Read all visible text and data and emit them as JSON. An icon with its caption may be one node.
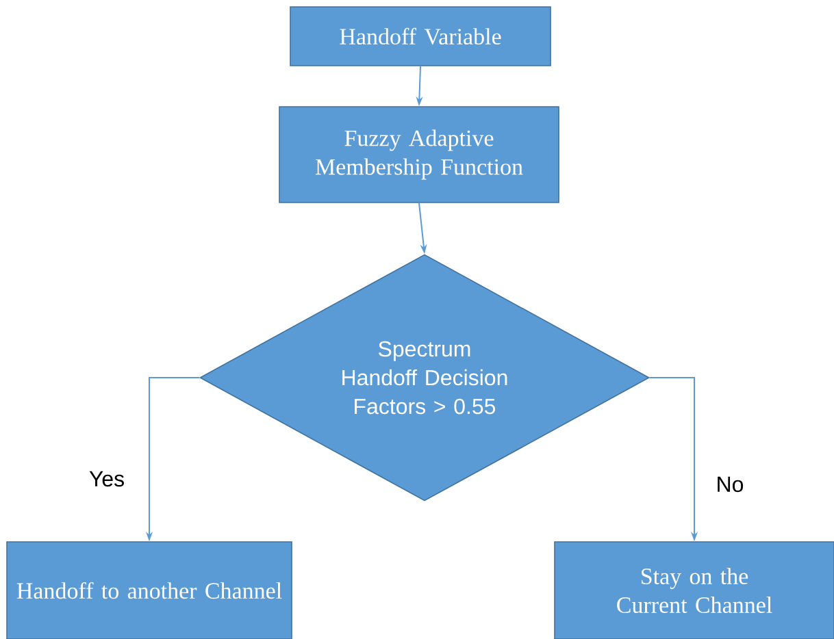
{
  "diagram": {
    "nodes": [
      {
        "text": [
          "Handoff Variable"
        ]
      },
      {
        "text": [
          "Fuzzy Adaptive Membership Function"
        ]
      },
      {
        "text": [
          "Spectrum Handoff Decision Factors > 0.55"
        ]
      },
      {
        "text": [
          "Handoff to another Channel"
        ]
      },
      {
        "text": [
          "Stay on the Current Channel"
        ]
      }
    ],
    "edges": [
      {
        "from": 0,
        "to": 1,
        "arrow": "to"
      },
      {
        "from": 1,
        "to": 2,
        "arrow": "to"
      },
      {
        "from": 2,
        "to": 3,
        "arrow": "to",
        "label": "Yes"
      },
      {
        "from": 2,
        "to": 4,
        "arrow": "to",
        "label": "No"
      }
    ]
  }
}
